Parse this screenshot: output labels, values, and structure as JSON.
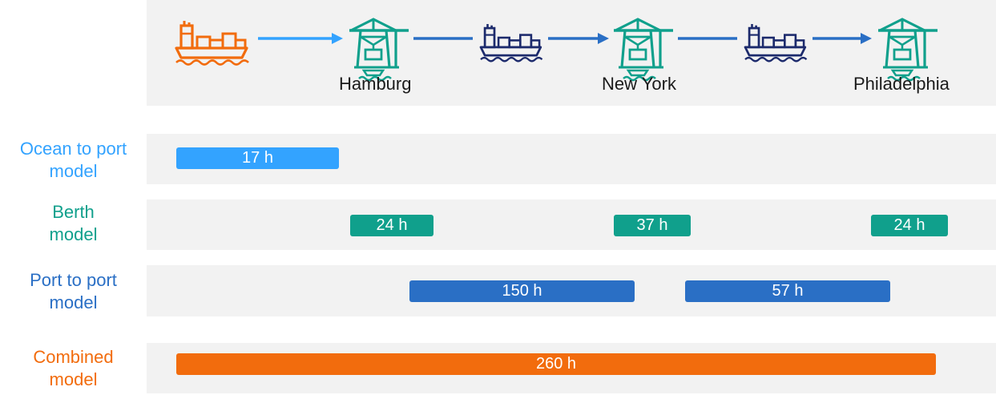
{
  "colors": {
    "orange": "#f26c0d",
    "light_blue": "#33a3ff",
    "teal": "#10a08c",
    "blue": "#2a6fc5",
    "navy": "#1c2a6c",
    "band": "#f2f2f2"
  },
  "route": {
    "cities": [
      "Hamburg",
      "New York",
      "Philadelphia"
    ]
  },
  "rows": [
    {
      "label": [
        "Ocean to port",
        "model"
      ],
      "color_key": "light_blue",
      "bars": [
        "17 h"
      ]
    },
    {
      "label": [
        "Berth",
        "model"
      ],
      "color_key": "teal",
      "bars": [
        "24 h",
        "37 h",
        "24 h"
      ]
    },
    {
      "label": [
        "Port to port",
        "model"
      ],
      "color_key": "blue",
      "bars": [
        "150 h",
        "57 h"
      ]
    },
    {
      "label": [
        "Combined",
        "model"
      ],
      "color_key": "orange",
      "bars": [
        "260 h"
      ]
    }
  ],
  "icons": [
    "cargo-ship-icon",
    "port-crane-icon",
    "arrow-icon",
    "connector-line-icon"
  ]
}
